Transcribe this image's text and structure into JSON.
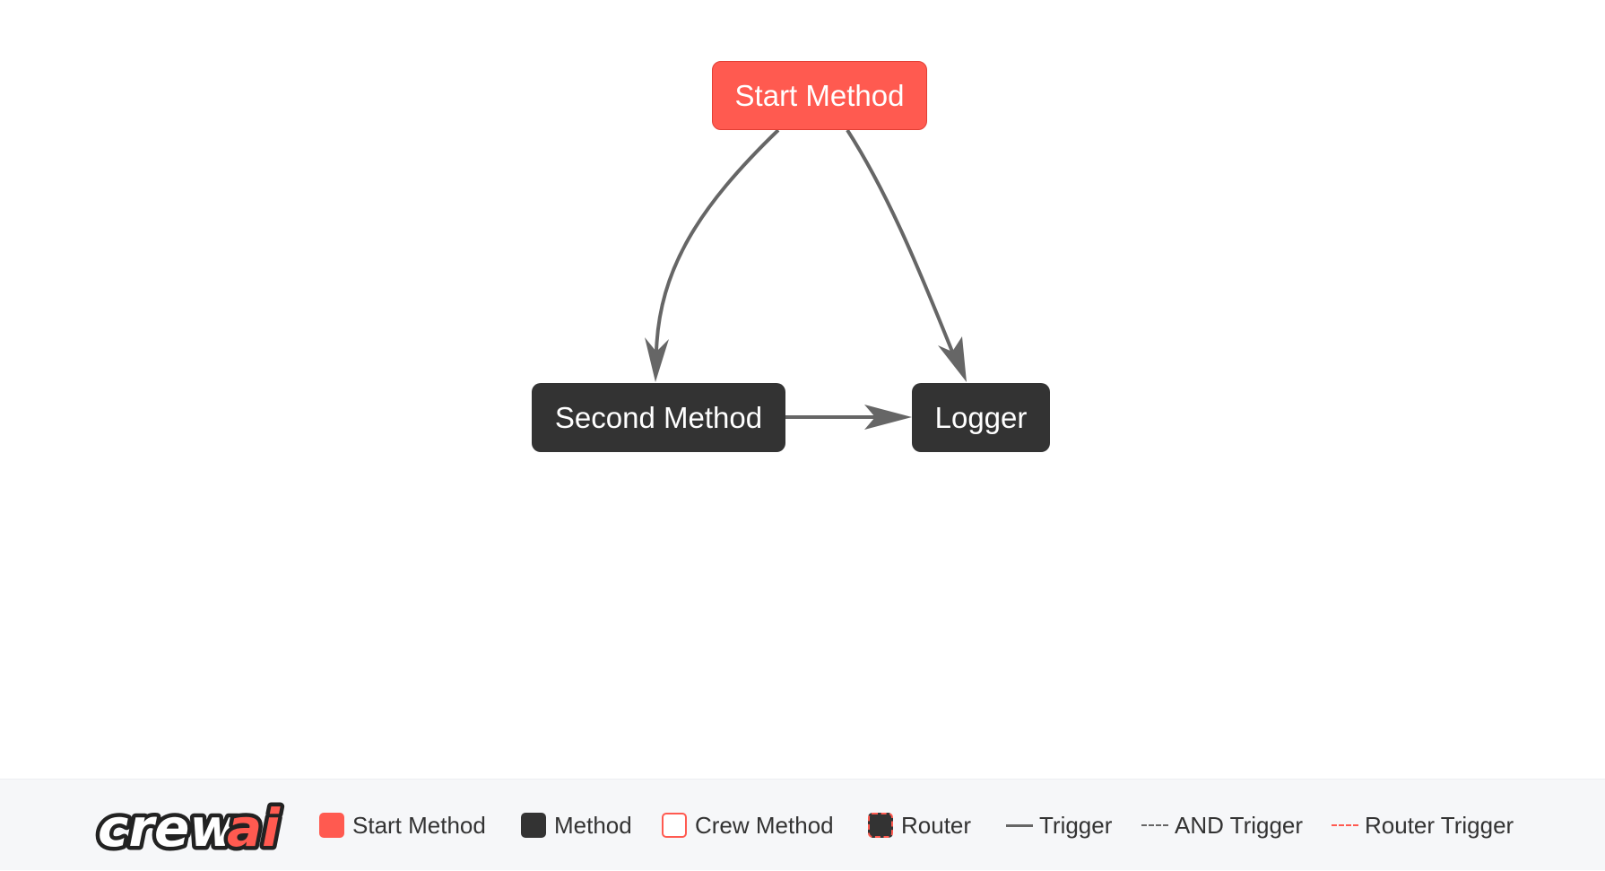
{
  "diagram": {
    "nodes": [
      {
        "id": "start",
        "label": "Start Method",
        "kind": "start"
      },
      {
        "id": "second",
        "label": "Second Method",
        "kind": "method"
      },
      {
        "id": "logger",
        "label": "Logger",
        "kind": "method"
      }
    ],
    "edges": [
      {
        "from": "start",
        "to": "second",
        "style": "trigger"
      },
      {
        "from": "start",
        "to": "logger",
        "style": "trigger"
      },
      {
        "from": "second",
        "to": "logger",
        "style": "trigger"
      }
    ]
  },
  "legend": {
    "logo_text": "crewai",
    "items": [
      {
        "label": "Start Method",
        "icon": "start-method-swatch"
      },
      {
        "label": "Method",
        "icon": "method-swatch"
      },
      {
        "label": "Crew Method",
        "icon": "crew-method-swatch"
      },
      {
        "label": "Router",
        "icon": "router-swatch"
      },
      {
        "label": "Trigger",
        "icon": "solid-line"
      },
      {
        "label": "AND Trigger",
        "icon": "dashed-line"
      },
      {
        "label": "Router Trigger",
        "icon": "red-dashed-line"
      }
    ]
  },
  "colors": {
    "start": "#ff5a50",
    "method": "#333333",
    "edge": "#666666",
    "legend_bg": "#f6f7f9"
  }
}
